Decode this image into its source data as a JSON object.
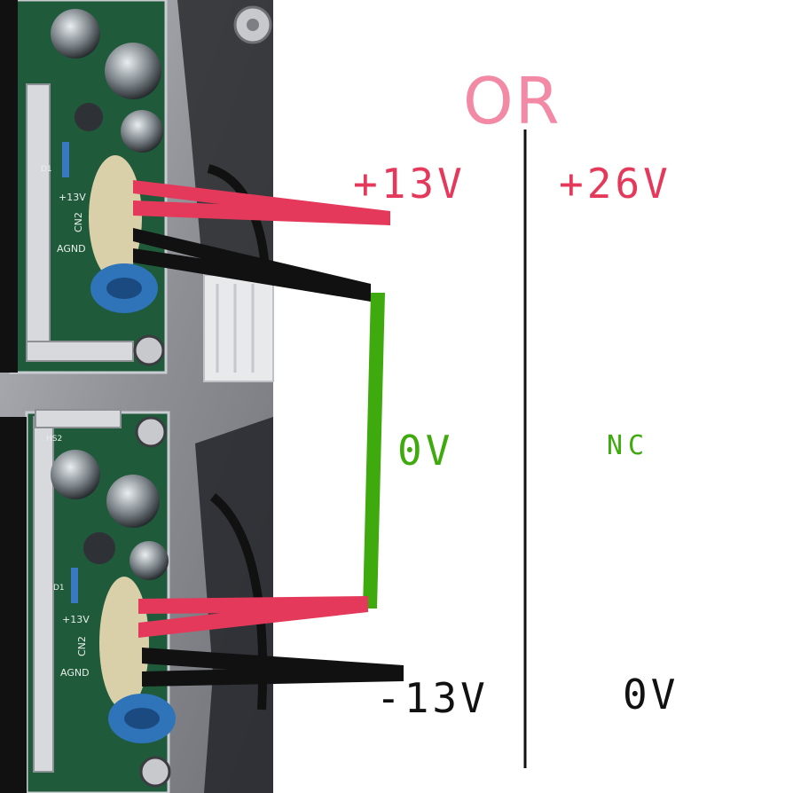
{
  "labels": {
    "or": "OR",
    "option_a_top": "+13V",
    "option_b_top": "+26V",
    "option_a_middle": "0V",
    "option_b_middle": "NC",
    "option_a_bottom": "-13V",
    "option_b_bottom": "0V"
  },
  "board_silkscreen": {
    "upper": [
      "+13V",
      "CN2",
      "AGND",
      "D1"
    ],
    "lower": [
      "HS2",
      "+13V",
      "CN2",
      "AGND",
      "D1"
    ]
  },
  "colors": {
    "or_pink": "#f28aa6",
    "positive_red": "#e5395b",
    "ground_green": "#3eaa0e",
    "negative_black": "#111111",
    "divider": "#111111",
    "pcb_green": "#1f5a3b",
    "chassis_gray": "#8e9096",
    "capacitor_beige": "#d9cfa8",
    "capacitor_blue": "#2f73b8"
  }
}
